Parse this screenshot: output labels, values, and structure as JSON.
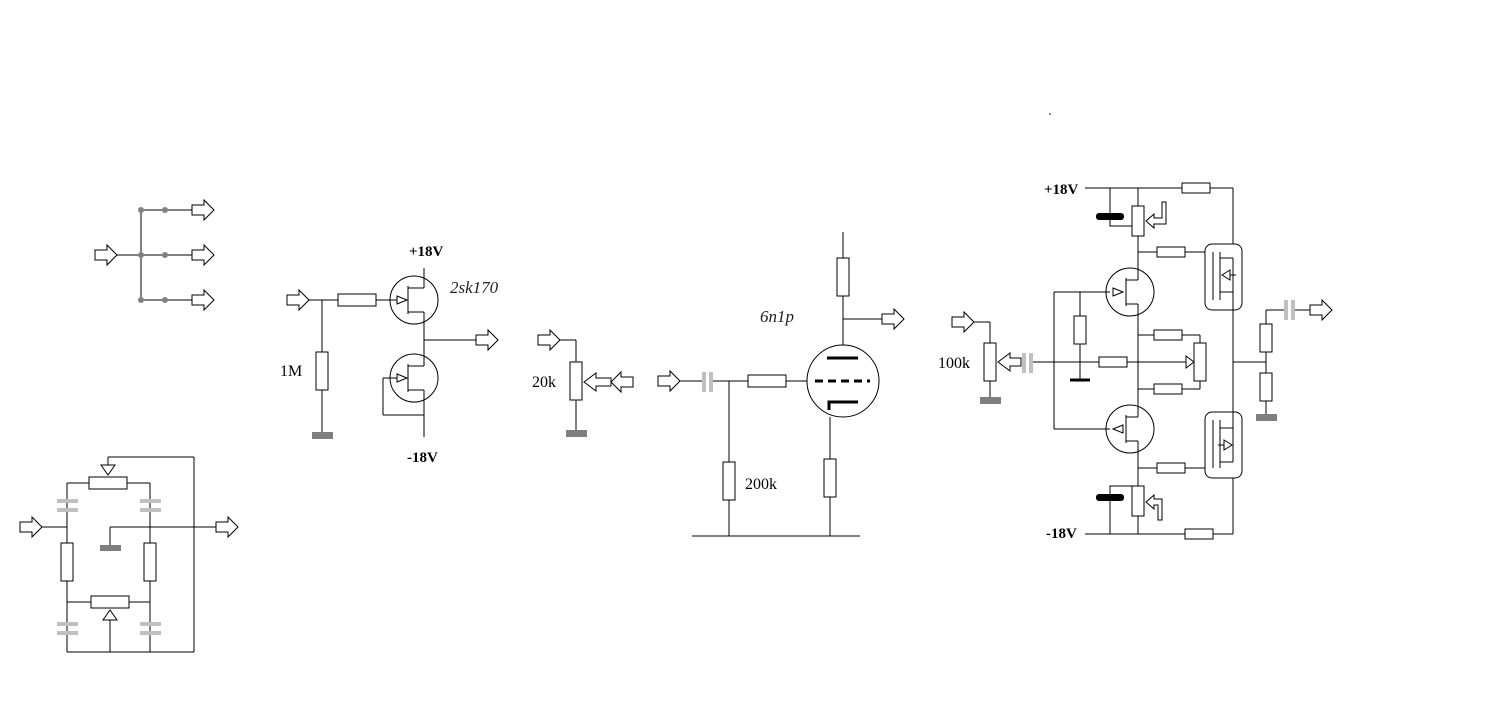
{
  "labels": {
    "splitter": {},
    "jfet_buffer": {
      "supply_pos": "+18V",
      "supply_neg": "-18V",
      "part": "2sk170",
      "input_res": "1M"
    },
    "volume": {
      "pot": "20k"
    },
    "tube_stage": {
      "tube": "6n1p",
      "grid_res": "200k"
    },
    "output_stage": {
      "supply_pos": "+18V",
      "supply_neg": "-18V",
      "pot": "100k"
    }
  },
  "colors": {
    "wire": "#000000",
    "ground": "#7f7f7f",
    "capacitor": "#c0c0c0",
    "junction": "#808080"
  }
}
